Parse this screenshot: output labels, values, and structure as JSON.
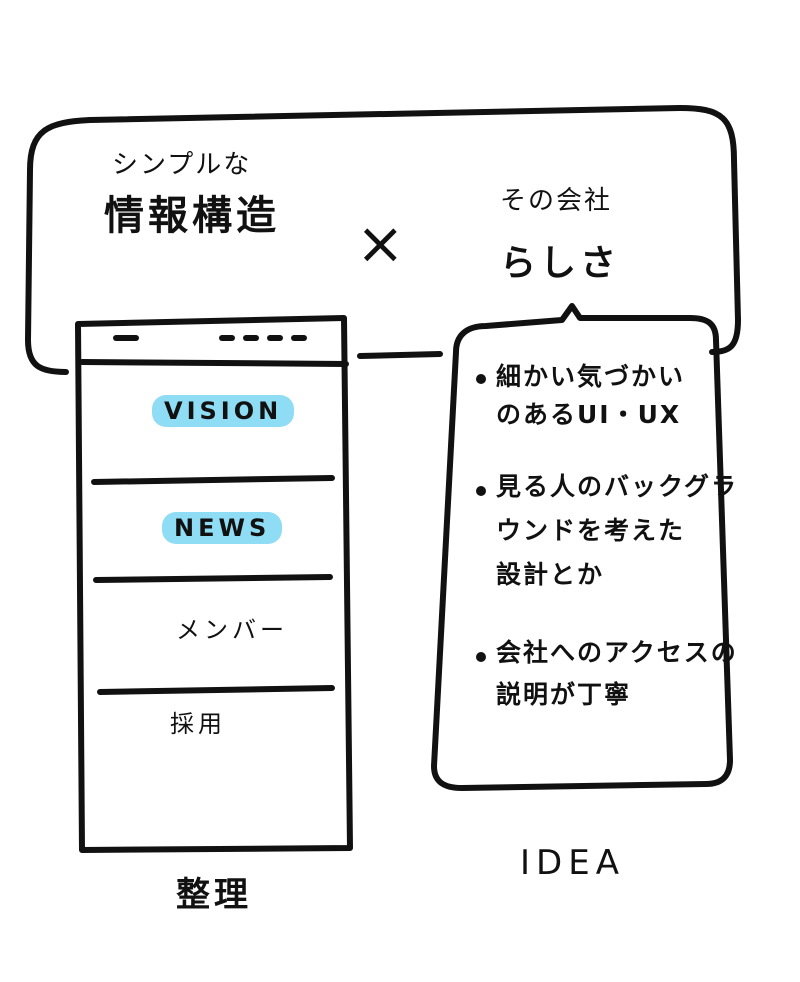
{
  "top_box": {
    "left_subtitle": "シンプルな",
    "left_title": "情報構造",
    "cross_symbol": "×",
    "right_line1": "その会社",
    "right_line2": "らしさ"
  },
  "wireframe": {
    "nav_items": [
      {
        "label": "VISION",
        "highlighted": true
      },
      {
        "label": "NEWS",
        "highlighted": true
      },
      {
        "label": "メンバー",
        "highlighted": false
      },
      {
        "label": "採用",
        "highlighted": false
      }
    ],
    "caption": "整理"
  },
  "idea_box": {
    "points": [
      {
        "lines": [
          "細かい気づかい",
          "のあるUI・UX"
        ]
      },
      {
        "lines": [
          "見る人のバックグラ",
          "ウンドを考えた",
          "設計とか"
        ]
      },
      {
        "lines": [
          "会社へのアクセスの",
          "説明が丁寧"
        ]
      }
    ],
    "caption": "IDEA"
  },
  "colors": {
    "ink": "#111111",
    "highlight": "#8fdcf5",
    "background": "#ffffff"
  }
}
